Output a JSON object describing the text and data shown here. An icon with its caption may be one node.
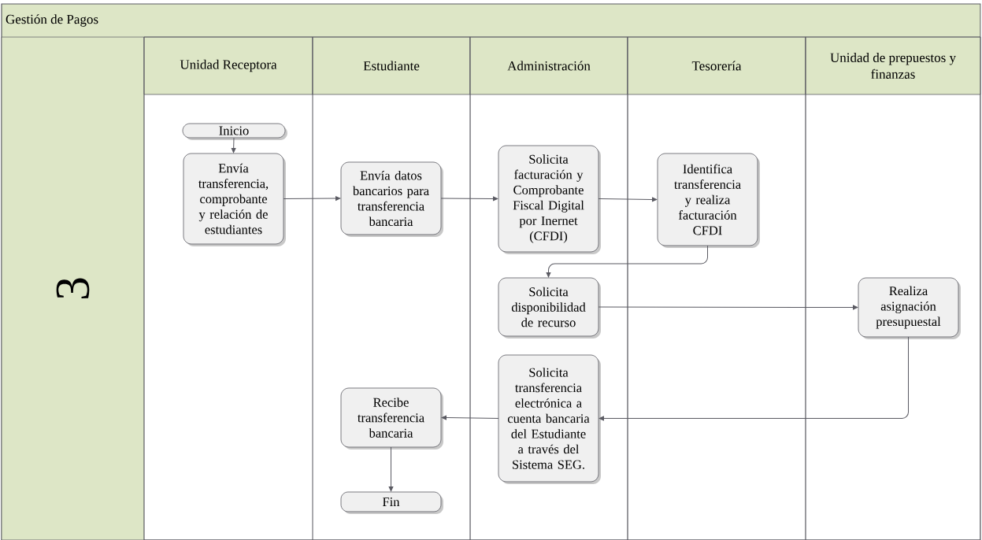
{
  "diagram": {
    "nodes": [
      {
        "text": [
          "Gestión de Pagos"
        ]
      },
      {
        "text": [
          "3"
        ],
        "in": 0
      },
      {
        "text": [
          "Unidad Receptora"
        ],
        "in": 0
      },
      {
        "text": [
          "Estudiante"
        ],
        "in": 0
      },
      {
        "text": [
          "Administración"
        ],
        "in": 0
      },
      {
        "text": [
          "Tesorería"
        ],
        "in": 0
      },
      {
        "text": [
          "Unidad de prepuestos y finanzas"
        ],
        "in": 0
      },
      {
        "text": [
          "Inicio"
        ],
        "in": 2
      },
      {
        "text": [
          "Envía transferencia, comprobante y relación de estudiantes"
        ],
        "in": 2
      },
      {
        "text": [
          "Envía datos bancarios para transferencia bancaria"
        ],
        "in": 3
      },
      {
        "text": [
          "Solicita facturación y Comprobante Fiscal Digital por Inernet (CFDI)"
        ],
        "in": 4
      },
      {
        "text": [
          "Identifica transferencia y realiza facturación CFDI"
        ],
        "in": 5
      },
      {
        "text": [
          "Solicita disponibilidad de recurso"
        ],
        "in": 4
      },
      {
        "text": [
          "Realiza asignación presupuestal"
        ],
        "in": 6
      },
      {
        "text": [
          "Solicita transferencia electrónica a cuenta bancaria del Estudiante a través del Sistema SEG."
        ],
        "in": 4
      },
      {
        "text": [
          "Recibe transferencia bancaria"
        ],
        "in": 3
      },
      {
        "text": [
          "Fin"
        ],
        "in": 3
      }
    ],
    "edges": [
      {
        "from": 7,
        "to": 8,
        "arrow": "to"
      },
      {
        "from": 8,
        "to": 9,
        "arrow": "to"
      },
      {
        "from": 9,
        "to": 10,
        "arrow": "to"
      },
      {
        "from": 10,
        "to": 11,
        "arrow": "to"
      },
      {
        "from": 11,
        "to": 12,
        "arrow": "to"
      },
      {
        "from": 12,
        "to": 13,
        "arrow": "to"
      },
      {
        "from": 13,
        "to": 14,
        "arrow": "to"
      },
      {
        "from": 14,
        "to": 15,
        "arrow": "to"
      },
      {
        "from": 15,
        "to": 16,
        "arrow": "to"
      }
    ]
  }
}
